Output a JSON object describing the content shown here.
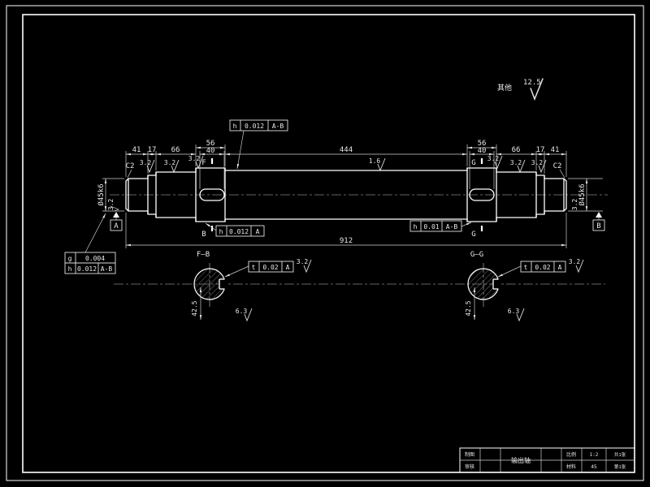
{
  "annotations": {
    "other_note": "其他",
    "other_rough": "12.5"
  },
  "dims": {
    "d41": "41",
    "d17": "17",
    "d66": "66",
    "d56": "56",
    "d40": "40",
    "d444": "444",
    "d912": "912",
    "dia_left": "Ø45k6",
    "dia_right": "Ø45k6",
    "chamfer": "C2",
    "key_depth": "42.5"
  },
  "rough": {
    "r32": "3.2",
    "r16": "1.6",
    "r63": "6.3"
  },
  "gdt": {
    "top": {
      "sym": "h",
      "val": "0.012",
      "datum": "A-B"
    },
    "left": {
      "sym": "h",
      "val": "0.012",
      "datum": "A"
    },
    "right": {
      "sym": "h",
      "val": "0.01",
      "datum": "A-B"
    },
    "cyl": {
      "sym": "g",
      "val": "0.004"
    },
    "runout": {
      "sym": "h",
      "val": "0.012",
      "datum": "A-B"
    },
    "sym_left": {
      "sym": "t",
      "val": "0.02",
      "datum": "A"
    },
    "sym_right": {
      "sym": "t",
      "val": "0.02",
      "datum": "A"
    }
  },
  "datums": {
    "a": "A",
    "b": "B"
  },
  "sections": {
    "left": "F—B",
    "right": "G—G",
    "f": "F",
    "b": "B",
    "g": "G"
  },
  "title_block": {
    "draw": "制图",
    "check": "审核",
    "scale_label": "比例",
    "scale": "1:2",
    "material_label": "材料",
    "material": "45",
    "title": "输出轴",
    "sheets1": "共1张",
    "sheets2": "第1张"
  }
}
